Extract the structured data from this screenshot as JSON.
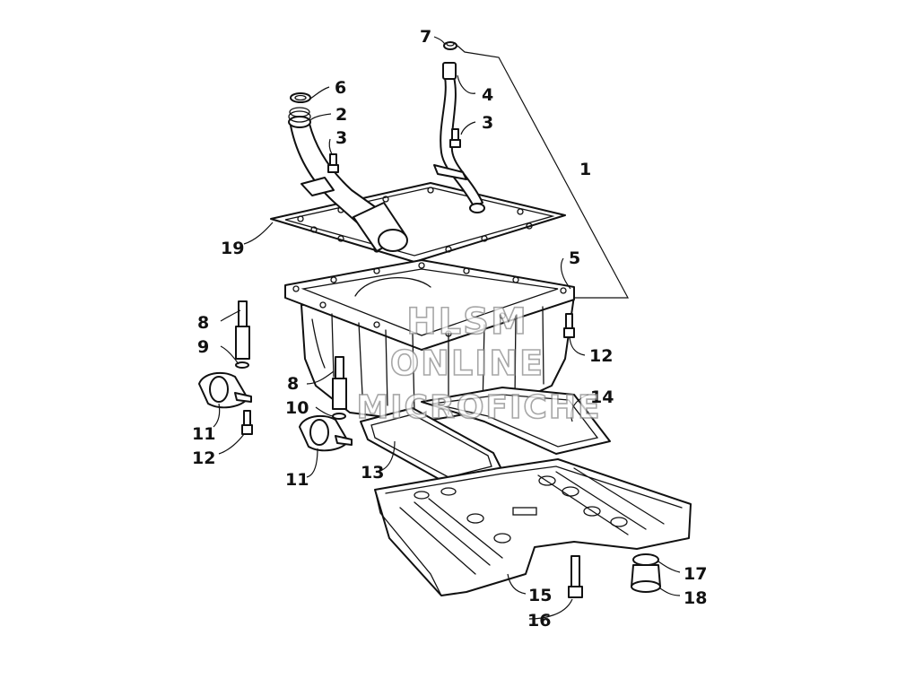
{
  "callouts": [
    "1",
    "2",
    "3",
    "3",
    "4",
    "5",
    "6",
    "7",
    "8",
    "8",
    "9",
    "10",
    "11",
    "11",
    "12",
    "12",
    "13",
    "14",
    "15",
    "16",
    "17",
    "18",
    "19"
  ],
  "watermark": {
    "line1": "HLSM",
    "line2": "ONLINE",
    "line3": "MICROFICHE",
    "color": "#8a8a8a"
  },
  "colors": {
    "ink": "#111111",
    "paper": "#ffffff"
  }
}
